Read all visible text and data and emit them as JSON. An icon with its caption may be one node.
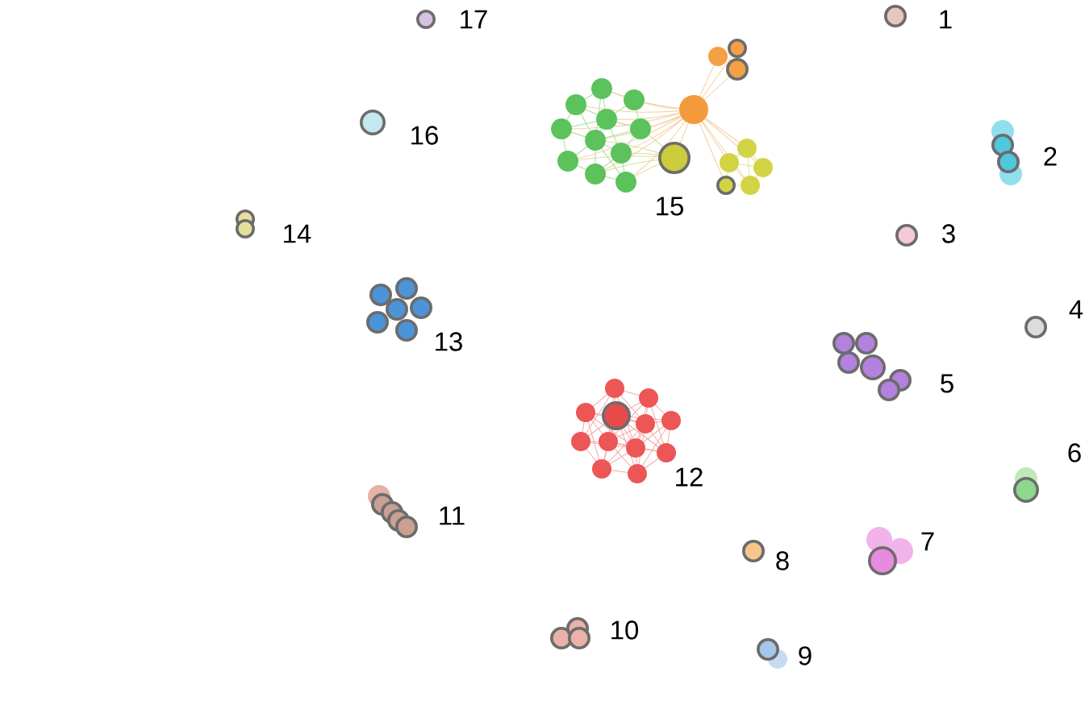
{
  "diagram": {
    "nodes": [
      {
        "text": [],
        "shape": "circle",
        "beside": [
          "17"
        ]
      },
      {
        "text": [],
        "shape": "circle",
        "beside": [
          "1"
        ]
      },
      {
        "text": [],
        "shape": "circle",
        "beside": [
          "15"
        ]
      },
      {
        "text": [],
        "shape": "circle",
        "beside": [
          "16"
        ]
      },
      {
        "text": [],
        "shape": "circle",
        "beside": [
          "2"
        ]
      },
      {
        "text": [],
        "shape": "circle",
        "beside": [
          "14"
        ]
      },
      {
        "text": [],
        "shape": "circle",
        "beside": [
          "3"
        ]
      },
      {
        "text": [],
        "shape": "circle",
        "beside": [
          "13"
        ]
      },
      {
        "text": [],
        "shape": "circle",
        "beside": [
          "4"
        ]
      },
      {
        "text": [],
        "shape": "circle",
        "beside": [
          "5"
        ]
      },
      {
        "text": [],
        "shape": "circle",
        "beside": [
          "12"
        ]
      },
      {
        "text": [],
        "shape": "circle",
        "beside": [
          "6"
        ]
      },
      {
        "text": [],
        "shape": "circle",
        "beside": [
          "11"
        ]
      },
      {
        "text": [],
        "shape": "circle",
        "beside": [
          "7"
        ]
      },
      {
        "text": [],
        "shape": "circle",
        "beside": [
          "8"
        ]
      },
      {
        "text": [],
        "shape": "circle",
        "beside": [
          "10"
        ]
      },
      {
        "text": [],
        "shape": "circle",
        "beside": [
          "9"
        ]
      }
    ]
  }
}
